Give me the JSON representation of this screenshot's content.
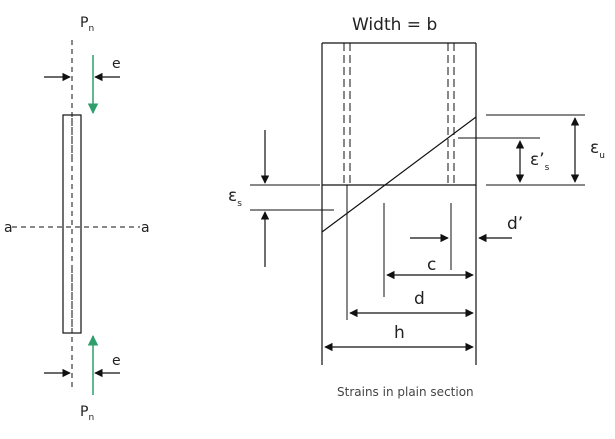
{
  "column": {
    "load_top": {
      "base": "P",
      "sub": "n"
    },
    "load_bottom": {
      "base": "P",
      "sub": "n"
    },
    "eccentricity_top": "e",
    "eccentricity_bottom": "e",
    "section_left": "a",
    "section_right": "a",
    "load_arrow_color": "#2e9e6b"
  },
  "strain_diagram": {
    "width_label": "Width = b",
    "eps_u": {
      "base": "ε",
      "sub": "u"
    },
    "eps_s_prime": {
      "base": "ε’",
      "sub": "s"
    },
    "eps_s": {
      "base": "ε",
      "sub": "s"
    },
    "d_prime": "d’",
    "c": "c",
    "d": "d",
    "h": "h"
  },
  "caption": "Strains in plain section"
}
